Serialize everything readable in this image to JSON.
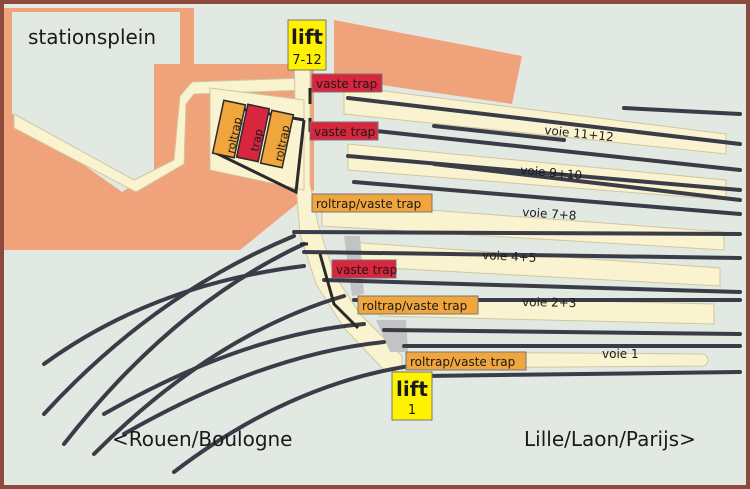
{
  "colors": {
    "frame": "#8b4a3c",
    "ground": "#e2e8e2",
    "building": "#f0a27a",
    "platform": "#faf3cf",
    "platform_edge": "#cfc7a0",
    "track": "#3a3d47",
    "ramp": "#c3c3c6",
    "stairs_red": "#d8263e",
    "stairs_orange": "#f0a63c",
    "lift_yellow": "#fff200"
  },
  "places": {
    "square": "stationsplein",
    "west_direction": "<Rouen/Boulogne",
    "east_direction": "Lille/Laon/Parijs>"
  },
  "lifts": [
    {
      "word": "lift",
      "platforms": "7-12",
      "icon": "elevator-icon"
    },
    {
      "word": "lift",
      "platforms": "1",
      "icon": "elevator-icon"
    }
  ],
  "stairs": [
    {
      "label": "vaste trap",
      "kind": "fixed",
      "color": "red"
    },
    {
      "label": "vaste trap",
      "kind": "fixed",
      "color": "red"
    },
    {
      "label": "roltrap/vaste trap",
      "kind": "combined",
      "color": "orange"
    },
    {
      "label": "vaste trap",
      "kind": "fixed",
      "color": "red"
    },
    {
      "label": "roltrap/vaste trap",
      "kind": "combined",
      "color": "orange"
    },
    {
      "label": "roltrap/vaste trap",
      "kind": "combined",
      "color": "orange"
    }
  ],
  "hall": {
    "escalator_left": "roltrap",
    "stairs_middle": "trap",
    "escalator_right": "roltrap"
  },
  "platforms": [
    {
      "label": "voie 11+12"
    },
    {
      "label": "voie 9+10"
    },
    {
      "label": "voie 7+8"
    },
    {
      "label": "voie 4+5"
    },
    {
      "label": "voie 2+3"
    },
    {
      "label": "voie 1"
    }
  ]
}
